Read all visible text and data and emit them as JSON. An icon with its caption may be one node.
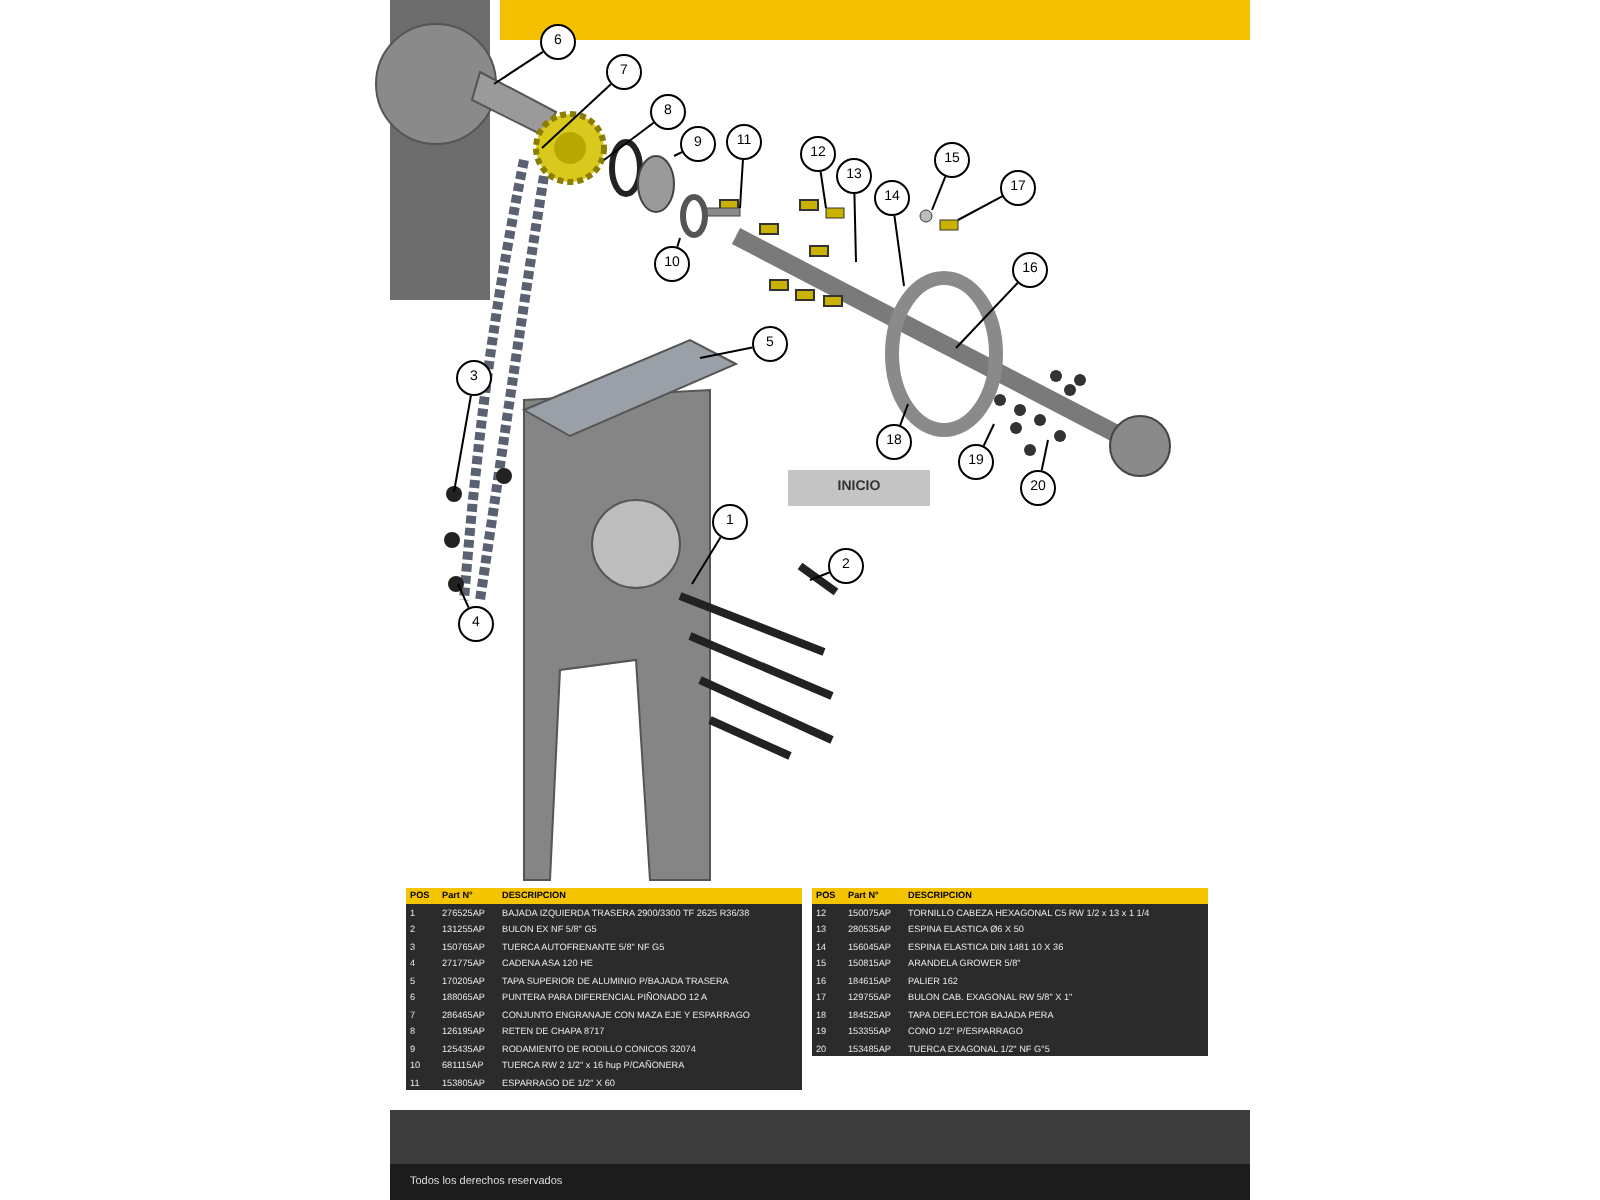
{
  "diagram": {
    "nodes": [
      {
        "text": [
          "6"
        ]
      },
      {
        "text": [
          "7"
        ]
      },
      {
        "text": [
          "8"
        ]
      },
      {
        "text": [
          "11"
        ]
      },
      {
        "text": [
          "9"
        ]
      },
      {
        "text": [
          "12"
        ]
      },
      {
        "text": [
          "15"
        ]
      },
      {
        "text": [
          "13"
        ]
      },
      {
        "text": [
          "17"
        ]
      },
      {
        "text": [
          "14"
        ]
      },
      {
        "text": [
          "10"
        ]
      },
      {
        "text": [
          "16"
        ]
      },
      {
        "text": [
          "5"
        ]
      },
      {
        "text": [
          "3"
        ]
      },
      {
        "text": [
          "18"
        ]
      },
      {
        "text": [
          "19"
        ]
      },
      {
        "text": [
          "20"
        ]
      },
      {
        "text": [
          "1"
        ]
      },
      {
        "text": [
          "2"
        ]
      },
      {
        "text": [
          "4"
        ]
      },
      {
        "text": [],
        "shape": "bar"
      },
      {
        "text": [],
        "shape": "disc"
      },
      {
        "text": [],
        "shape": "bolt"
      },
      {
        "text": [],
        "shape": "circle"
      },
      {
        "text": [],
        "shape": "bolt"
      },
      {
        "text": [],
        "shape": "ring"
      }
    ],
    "edges": [
      {
        "from": 0,
        "to": null,
        "arrow": "none"
      },
      {
        "from": 1,
        "to": null,
        "arrow": "none"
      },
      {
        "from": 2,
        "to": null,
        "arrow": "none"
      },
      {
        "from": 3,
        "to": 20,
        "arrow": "none"
      },
      {
        "from": 4,
        "to": 21,
        "arrow": "none"
      },
      {
        "from": 5,
        "to": 22,
        "arrow": "none"
      },
      {
        "from": 6,
        "to": 23,
        "arrow": "none"
      },
      {
        "from": 7,
        "to": null,
        "arrow": "none"
      },
      {
        "from": 8,
        "to": 24,
        "arrow": "none"
      },
      {
        "from": 9,
        "to": null,
        "arrow": "none"
      },
      {
        "from": 10,
        "to": 25,
        "arrow": "none"
      },
      {
        "from": 11,
        "to": null,
        "arrow": "none"
      },
      {
        "from": 12,
        "to": null,
        "arrow": "none"
      },
      {
        "from": 13,
        "to": null,
        "arrow": "none"
      },
      {
        "from": 14,
        "to": null,
        "arrow": "none"
      },
      {
        "from": 15,
        "to": null,
        "arrow": "none"
      },
      {
        "from": 16,
        "to": null,
        "arrow": "none"
      },
      {
        "from": 17,
        "to": null,
        "arrow": "none"
      },
      {
        "from": 18,
        "to": null,
        "arrow": "none"
      },
      {
        "from": 19,
        "to": null,
        "arrow": "none"
      }
    ],
    "labels": [
      "INICIO",
      "POS",
      "Part N°",
      "DESCRIPCION",
      "1",
      "276525AP",
      "BAJADA IZQUIERDA TRASERA 2900/3300 TF 2625 R36/38",
      "2",
      "131255AP",
      "BULON EX NF 5/8\" G5",
      "3",
      "150765AP",
      "TUERCA AUTOFRENANTE 5/8\" NF G5",
      "4",
      "271775AP",
      "CADENA ASA 120 HE",
      "5",
      "170205AP",
      "TAPA SUPERIOR DE ALUMINIO P/BAJADA TRASERA",
      "6",
      "188065AP",
      "PUNTERA PARA DIFERENCIAL PIÑONADO 12 A",
      "7",
      "286465AP",
      "CONJUNTO ENGRANAJE CON MAZA EJE Y ESPARRAGO",
      "8",
      "126195AP",
      "RETEN DE CHAPA 8717",
      "9",
      "125435AP",
      "RODAMIENTO DE RODILLO CONICOS 32074",
      "10",
      "681115AP",
      "TUERCA RW 2 1/2\" x 16 hup P/CAÑONERA",
      "11",
      "153805AP",
      "ESPARRAGO DE 1/2\" X 60",
      "POS",
      "Part N°",
      "DESCRIPCION",
      "12",
      "150075AP",
      "TORNILLO CABEZA HEXAGONAL C5 RW 1/2 x 13 x 1 1/4",
      "13",
      "280535AP",
      "ESPINA ELASTICA Ø6 X 50",
      "14",
      "156045AP",
      "ESPINA ELASTICA DIN 1481 10 X 36",
      "15",
      "150815AP",
      "ARANDELA GROWER 5/8\"",
      "16",
      "184615AP",
      "PALIER 162",
      "17",
      "129755AP",
      "BULON CAB. EXAGONAL RW 5/8\" X 1\"",
      "18",
      "184525AP",
      "TAPA DEFLECTOR BAJADA PERA",
      "19",
      "153355AP",
      "CONO 1/2\" P/ESPARRAGO",
      "20",
      "153485AP",
      "TUERCA EXAGONAL 1/2\" NF G°5",
      "Todos los derechos reservados"
    ]
  }
}
